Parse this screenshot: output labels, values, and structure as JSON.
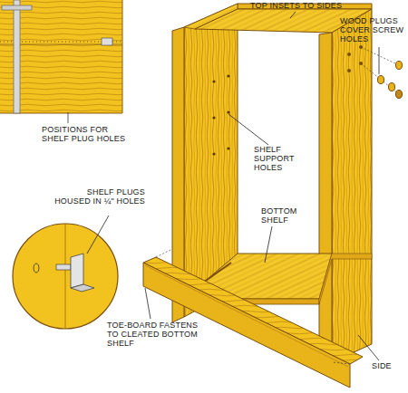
{
  "diagram": {
    "labels": [
      "TOP INSETS TO SIDES",
      "WOOD PLUGS COVER SCREW HOLES",
      "POSITIONS FOR SHELF PLUG HOLES",
      "SHELF SUPPORT HOLES",
      "BOTTOM SHELF",
      "SHELF PLUGS HOUSED IN ¼\" HOLES",
      "TOE-BOARD FASTENS TO CLEATED BOTTOM SHELF",
      "SIDE"
    ]
  }
}
